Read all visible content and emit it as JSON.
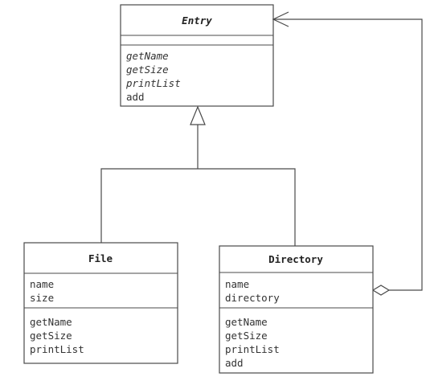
{
  "classes": {
    "entry": {
      "name": "Entry",
      "attributes": [],
      "methods": [
        {
          "label": "getName",
          "abstract": true
        },
        {
          "label": "getSize",
          "abstract": true
        },
        {
          "label": "printList",
          "abstract": true
        },
        {
          "label": "add",
          "abstract": false
        }
      ]
    },
    "file": {
      "name": "File",
      "attributes": [
        "name",
        "size"
      ],
      "methods": [
        {
          "label": "getName",
          "abstract": false
        },
        {
          "label": "getSize",
          "abstract": false
        },
        {
          "label": "printList",
          "abstract": false
        }
      ]
    },
    "directory": {
      "name": "Directory",
      "attributes": [
        "name",
        "directory"
      ],
      "methods": [
        {
          "label": "getName",
          "abstract": false
        },
        {
          "label": "getSize",
          "abstract": false
        },
        {
          "label": "printList",
          "abstract": false
        },
        {
          "label": "add",
          "abstract": false
        }
      ]
    }
  },
  "relationships": [
    {
      "type": "generalization",
      "from": "file",
      "to": "entry"
    },
    {
      "type": "generalization",
      "from": "directory",
      "to": "entry"
    },
    {
      "type": "aggregation",
      "from": "directory",
      "to": "entry"
    }
  ]
}
